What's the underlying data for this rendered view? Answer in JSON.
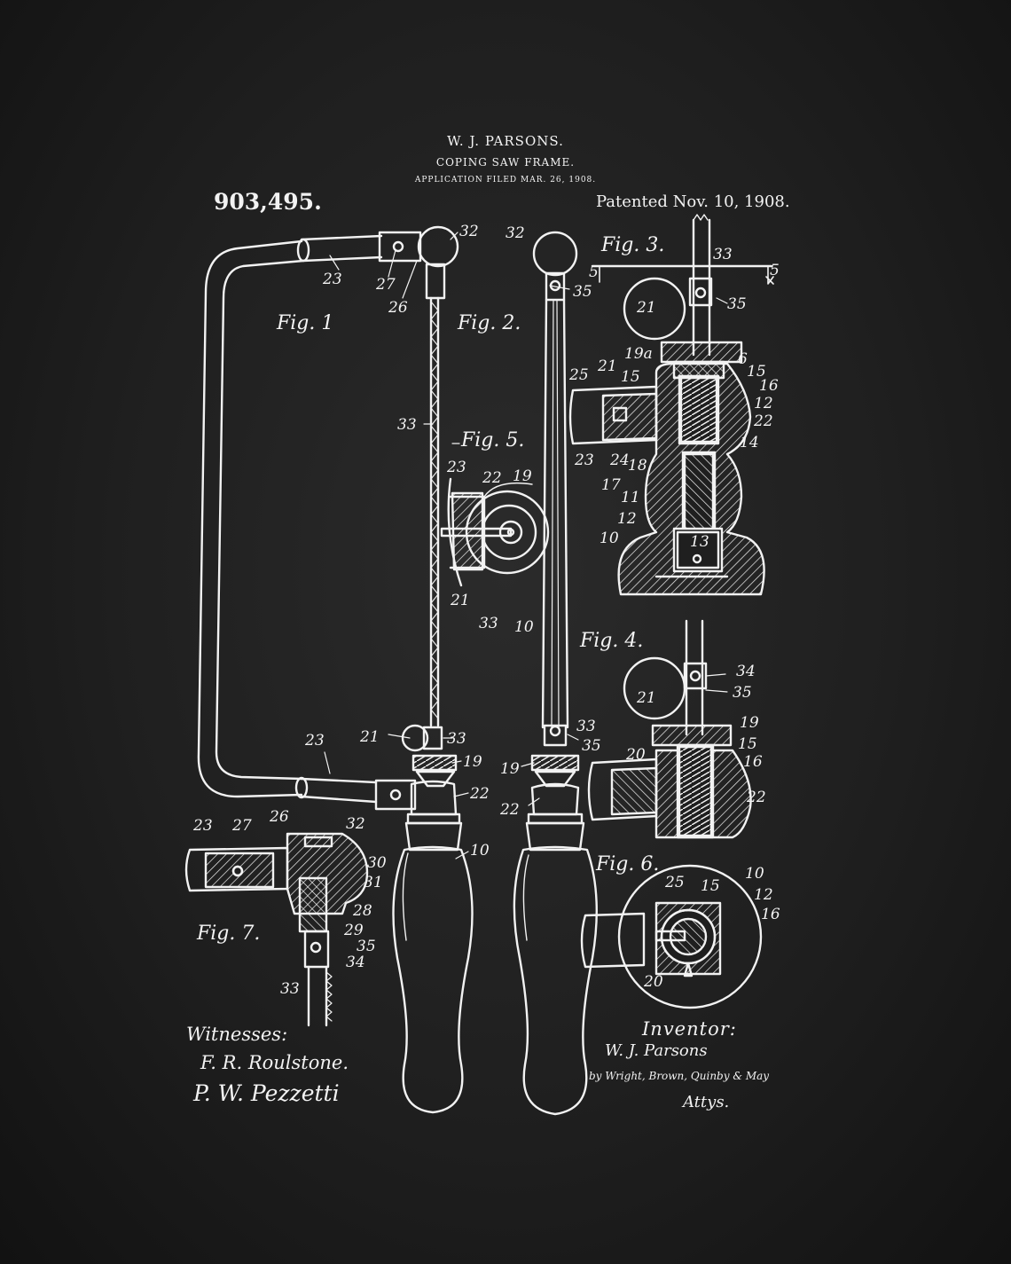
{
  "header": {
    "inventor_name": "W. J. PARSONS.",
    "invention_title": "COPING SAW FRAME.",
    "application_filed": "APPLICATION FILED MAR. 26, 1908.",
    "patent_number": "903,495.",
    "patent_date": "Patented Nov. 10, 1908."
  },
  "figures": {
    "fig1": "Fig. 1",
    "fig2": "Fig. 2.",
    "fig3": "Fig. 3.",
    "fig4": "Fig. 4.",
    "fig5": "Fig. 5.",
    "fig6": "Fig. 6.",
    "fig7": "Fig. 7."
  },
  "signatures": {
    "witnesses_label": "Witnesses:",
    "witness_1": "F. R. Roulstone.",
    "witness_2": "P. W. Pezzetti",
    "inventor_label": "Inventor:",
    "inventor": "W. J. Parsons",
    "attorneys_line": "by Wright, Brown, Quinby & May",
    "attorneys_label": "Attys."
  },
  "reference_numerals": {
    "r10": "10",
    "r11": "11",
    "r12": "12",
    "r13": "13",
    "r14": "14",
    "r15": "15",
    "r16": "16",
    "r17": "17",
    "r18": "18",
    "r19": "19",
    "r19a": "19a",
    "r20": "20",
    "r21": "21",
    "r22": "22",
    "r23": "23",
    "r24": "24",
    "r25": "25",
    "r26": "26",
    "r27": "27",
    "r28": "28",
    "r29": "29",
    "r30": "30",
    "r31": "31",
    "r32": "32",
    "r33": "33",
    "r34": "34",
    "r35": "35",
    "r5": "5",
    "r6": "6"
  },
  "colors": {
    "background": "#1f1f1f",
    "line": "#f2f2f2"
  }
}
